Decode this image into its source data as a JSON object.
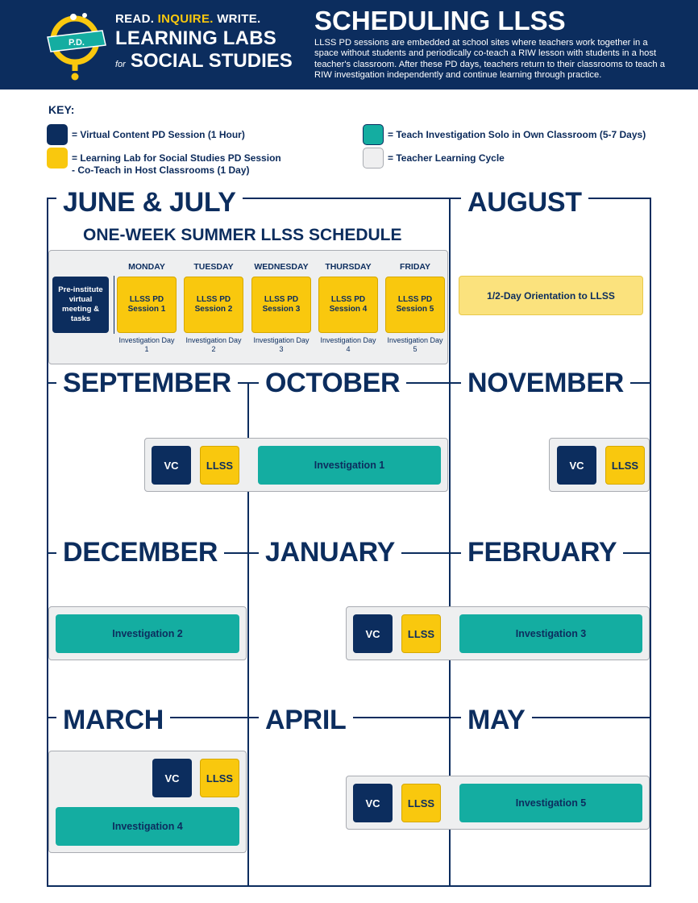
{
  "header": {
    "tagline_1": "READ.",
    "tagline_2": "INQUIRE.",
    "tagline_3": "WRITE.",
    "brand_line1": "LEARNING LABS",
    "brand_for": "for",
    "brand_line2": "SOCIAL STUDIES",
    "logo_text": "P.D.",
    "title": "SCHEDULING LLSS",
    "intro": "LLSS PD sessions are embedded at school sites where teachers work together in a space without students and periodically co-teach a RIW lesson with students in a host teacher's classroom. After these PD days, teachers return to their classrooms to teach a RIW investigation independently and continue learning through practice."
  },
  "key": {
    "title": "KEY:",
    "virtual": "= Virtual Content PD Session (1 Hour)",
    "lab": "= Learning Lab for Social Studies PD Session - Co-Teach in Host Classrooms (1 Day)",
    "solo": "= Teach Investigation Solo in Own Classroom (5-7 Days)",
    "cycle": "= Teacher Learning Cycle"
  },
  "colors": {
    "navy": "#0c2d5e",
    "yellow": "#f9c80e",
    "teal": "#14ada1",
    "gray": "#efeff0"
  },
  "months": {
    "june_july": "JUNE & JULY",
    "august": "AUGUST",
    "september": "SEPTEMBER",
    "october": "OCTOBER",
    "november": "NOVEMBER",
    "december": "DECEMBER",
    "january": "JANUARY",
    "february": "FEBRUARY",
    "march": "MARCH",
    "april": "APRIL",
    "may": "MAY"
  },
  "summer": {
    "title": "ONE-WEEK SUMMER LLSS SCHEDULE",
    "pre_institute": "Pre-institute virtual meeting & tasks",
    "days": [
      {
        "name": "MONDAY",
        "session": "LLSS PD Session 1",
        "investigation": "Investigation Day 1"
      },
      {
        "name": "TUESDAY",
        "session": "LLSS PD Session 2",
        "investigation": "Investigation Day 2"
      },
      {
        "name": "WEDNESDAY",
        "session": "LLSS PD Session 3",
        "investigation": "Investigation Day 3"
      },
      {
        "name": "THURSDAY",
        "session": "LLSS PD Session 4",
        "investigation": "Investigation Day 4"
      },
      {
        "name": "FRIDAY",
        "session": "LLSS PD Session 5",
        "investigation": "Investigation Day 5"
      }
    ]
  },
  "august_orientation": "1/2-Day Orientation to LLSS",
  "blocks": {
    "vc": "VC",
    "llss": "LLSS",
    "investigation_1": "Investigation 1",
    "investigation_2": "Investigation 2",
    "investigation_3": "Investigation 3",
    "investigation_4": "Investigation 4",
    "investigation_5": "Investigation 5"
  }
}
